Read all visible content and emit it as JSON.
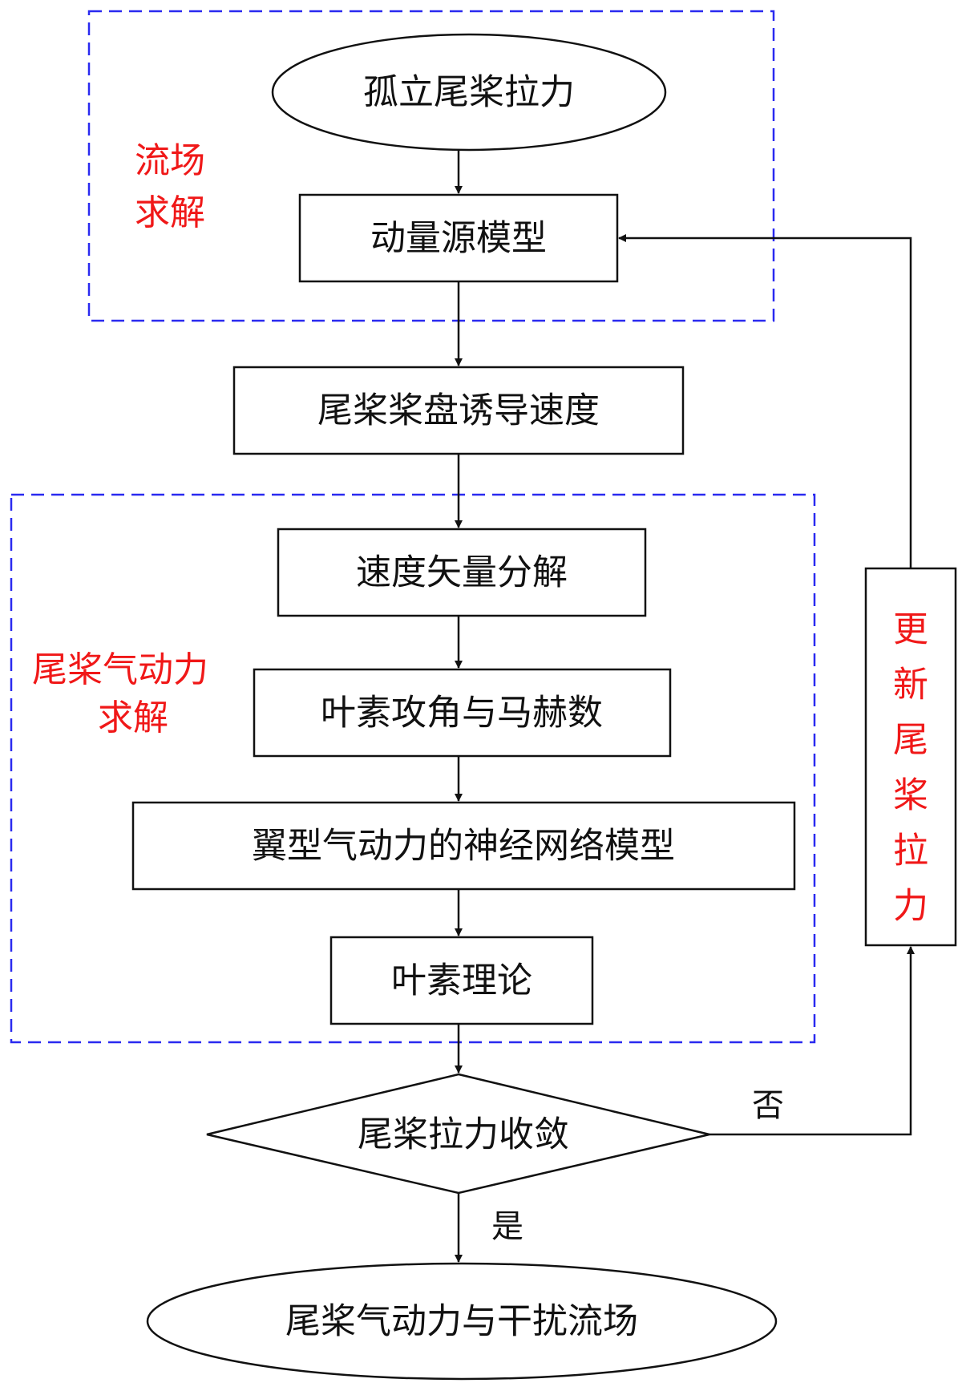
{
  "colors": {
    "group_border": "#2a2af0",
    "group_label": "#f01818",
    "node_stroke": "#111111",
    "arrow": "#111111"
  },
  "groups": {
    "flow_field": {
      "label_line1": "流场",
      "label_line2": "求解"
    },
    "aero": {
      "label_line1": "尾桨气动力",
      "label_line2": "求解"
    }
  },
  "nodes": {
    "start": "孤立尾桨拉力",
    "momentum_source": "动量源模型",
    "induced_velocity": "尾桨桨盘诱导速度",
    "velocity_decomp": "速度矢量分解",
    "aoa_mach": "叶素攻角与马赫数",
    "neural_net": "翼型气动力的神经网络模型",
    "blade_element": "叶素理论",
    "decision": "尾桨拉力收敛",
    "end": "尾桨气动力与干扰流场"
  },
  "update_box": {
    "chars": [
      "更",
      "新",
      "尾",
      "桨",
      "拉",
      "力"
    ]
  },
  "edge_labels": {
    "no": "否",
    "yes": "是"
  }
}
